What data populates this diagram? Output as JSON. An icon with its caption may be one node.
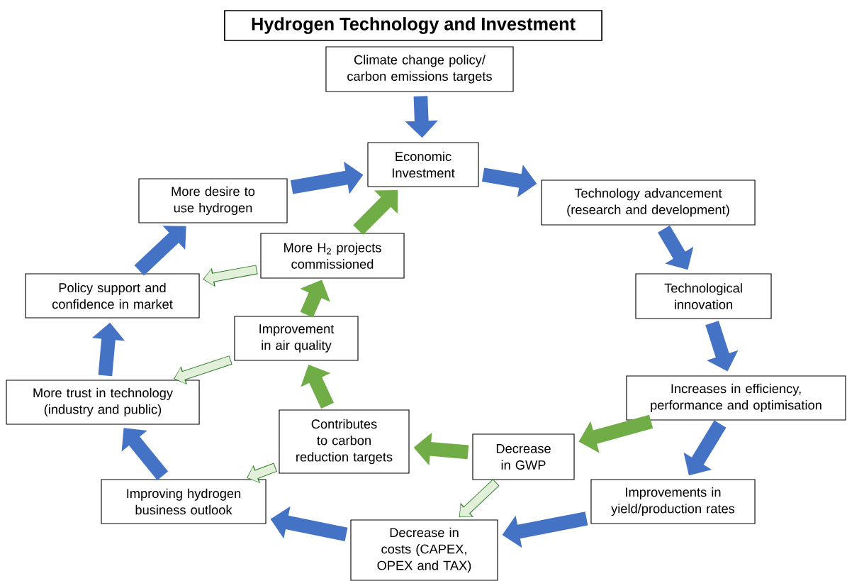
{
  "diagram": {
    "title": "Hydrogen Technology and Investment",
    "nodes": [
      {
        "text": [
          "Climate change policy/ carbon emissions targets"
        ]
      },
      {
        "text": [
          "Economic Investment"
        ]
      },
      {
        "text": [
          "Technology advancement (research and development)"
        ]
      },
      {
        "text": [
          "Technological innovation"
        ]
      },
      {
        "text": [
          "Increases in efficiency, performance and optimisation"
        ]
      },
      {
        "text": [
          "Improvements in yield/production rates"
        ]
      },
      {
        "text": [
          "Decrease in costs (CAPEX, OPEX and TAX)"
        ]
      },
      {
        "text": [
          "Improving hydrogen business outlook"
        ]
      },
      {
        "text": [
          "More trust in technology (industry and public)"
        ]
      },
      {
        "text": [
          "Policy support and confidence in market"
        ]
      },
      {
        "text": [
          "More desire to use hydrogen"
        ]
      },
      {
        "text": [
          "Decrease in GWP"
        ]
      },
      {
        "text": [
          "Contributes to carbon reduction targets"
        ]
      },
      {
        "text": [
          "Improvement in air quality"
        ]
      },
      {
        "text": [
          "More H$_{2}$ projects commissioned"
        ]
      }
    ],
    "edges": [
      {
        "from": 0,
        "to": 1,
        "arrow": "to"
      },
      {
        "from": 1,
        "to": 2,
        "arrow": "to"
      },
      {
        "from": 2,
        "to": 3,
        "arrow": "to"
      },
      {
        "from": 3,
        "to": 4,
        "arrow": "to"
      },
      {
        "from": 4,
        "to": 5,
        "arrow": "to"
      },
      {
        "from": 5,
        "to": 6,
        "arrow": "to"
      },
      {
        "from": 6,
        "to": 7,
        "arrow": "to"
      },
      {
        "from": 7,
        "to": 8,
        "arrow": "to"
      },
      {
        "from": 8,
        "to": 9,
        "arrow": "to"
      },
      {
        "from": 9,
        "to": 10,
        "arrow": "to"
      },
      {
        "from": 10,
        "to": 1,
        "arrow": "to"
      },
      {
        "from": 4,
        "to": 11,
        "arrow": "to",
        "color": "#70ad47"
      },
      {
        "from": 11,
        "to": 12,
        "arrow": "to",
        "color": "#70ad47"
      },
      {
        "from": 12,
        "to": 13,
        "arrow": "to",
        "color": "#70ad47"
      },
      {
        "from": 13,
        "to": 14,
        "arrow": "to",
        "color": "#70ad47"
      },
      {
        "from": 14,
        "to": 1,
        "arrow": "to",
        "color": "#70ad47"
      },
      {
        "from": 11,
        "to": 6,
        "arrow": "to",
        "color": "#e2f0d9"
      },
      {
        "from": 12,
        "to": 7,
        "arrow": "to",
        "color": "#e2f0d9"
      },
      {
        "from": 13,
        "to": 8,
        "arrow": "to",
        "color": "#e2f0d9"
      },
      {
        "from": 14,
        "to": 9,
        "arrow": "to",
        "color": "#e2f0d9"
      }
    ]
  }
}
